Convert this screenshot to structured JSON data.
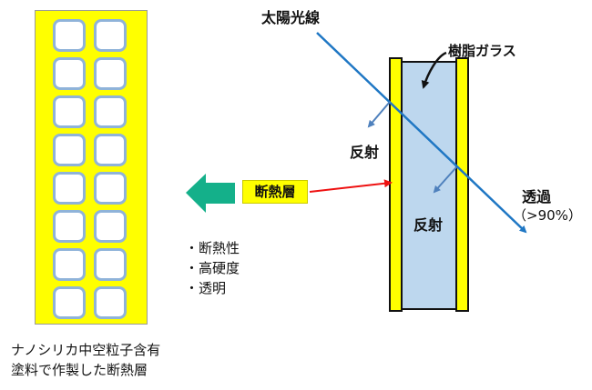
{
  "labels": {
    "sunlight": "太陽光線",
    "resin_glass": "樹脂ガラス",
    "reflect_1": "反射",
    "reflect_2": "反射",
    "transmit": "透過",
    "transmit_value": "（>90%）",
    "insulation_layer": "断熱層"
  },
  "properties": [
    "・断熱性",
    "・高硬度",
    "・透明"
  ],
  "caption": [
    "ナノシリカ中空粒子含有",
    "塗料で作製した断熱層"
  ],
  "colors": {
    "coating_yellow": "#ffff00",
    "particle_border": "#8fb3d9",
    "glass_blue": "#bdd7ee",
    "sun_ray": "#1f77c4",
    "reflect_ray": "#4f81bd",
    "pointer_red": "#ee1111",
    "big_arrow_green": "#14b08a"
  }
}
